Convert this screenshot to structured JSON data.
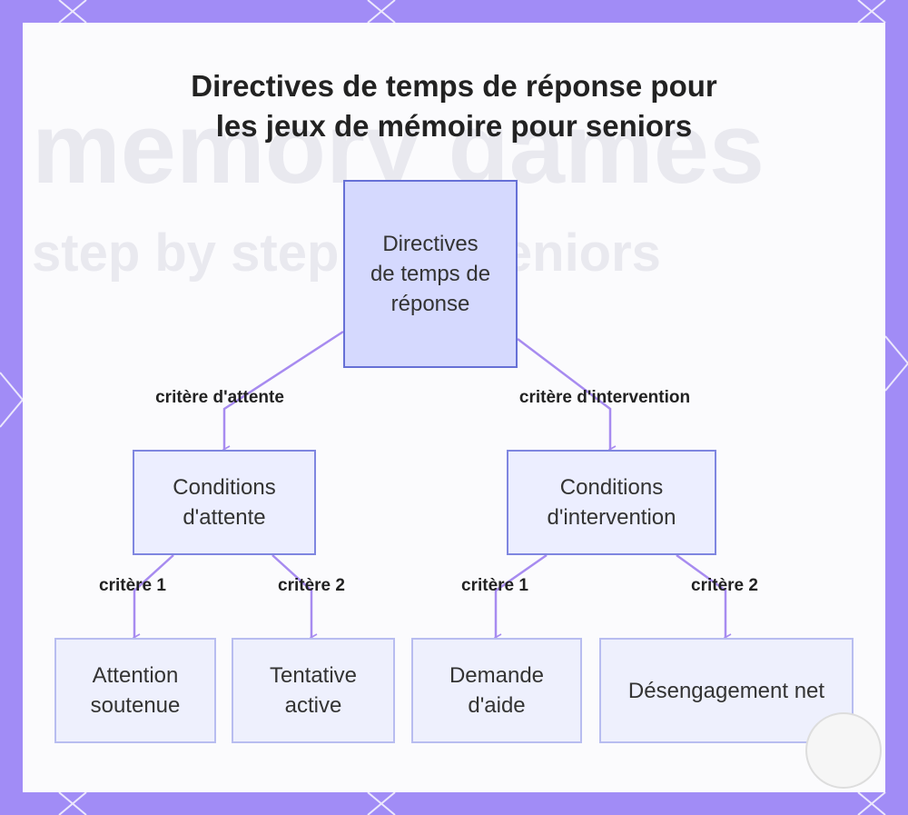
{
  "title": {
    "line1": "Directives de temps de réponse pour",
    "line2": "les jeux de mémoire pour seniors"
  },
  "nodes": {
    "root": "Directives de temps de réponse",
    "waiting": "Conditions d'attente",
    "intervention": "Conditions d'intervention",
    "attention": "Attention soutenue",
    "tentative": "Tentative active",
    "help": "Demande d'aide",
    "disengage": "Désengagement net"
  },
  "edges": {
    "root_waiting": "critère d'attente",
    "root_intervention": "critère d'intervention",
    "waiting_c1": "critère 1",
    "waiting_c2": "critère 2",
    "intervention_c1": "critère 1",
    "intervention_c2": "critère 2"
  },
  "background_ghost_text": {
    "line1": "memory games",
    "line2": "step by step with seniors"
  },
  "colors": {
    "frame": "#a18cf6",
    "root_fill": "#d5d9fe",
    "node_fill": "#eceeff",
    "edge": "#a78bf0"
  }
}
